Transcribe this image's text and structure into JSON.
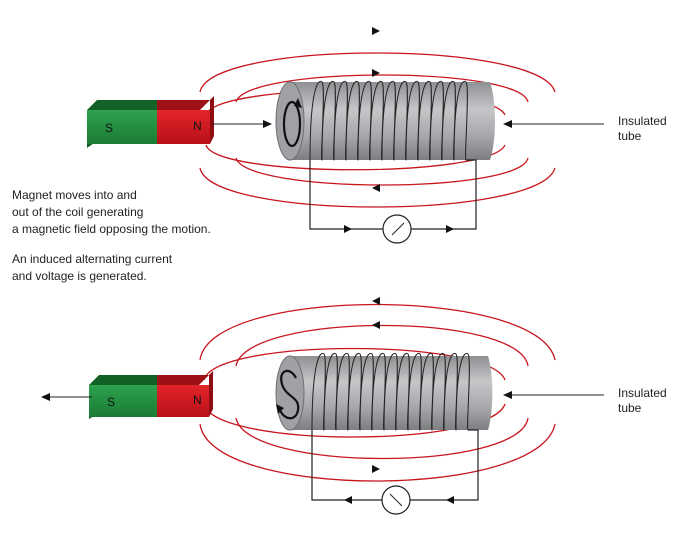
{
  "top_panel": {
    "magnet": {
      "south_label": "S",
      "north_label": "N",
      "south_color": "#1f8a3c",
      "north_color": "#d2141b"
    },
    "tube_label_line1": "Insulated",
    "tube_label_line2": "tube",
    "description": [
      "Magnet moves into and",
      "out of the coil generating",
      "a magnetic field opposing the motion."
    ],
    "note": [
      "An induced alternating current",
      "and voltage is generated."
    ]
  },
  "bottom_panel": {
    "magnet": {
      "south_label": "S",
      "north_label": "N",
      "south_color": "#1f8a3c",
      "north_color": "#d2141b"
    },
    "tube_label_line1": "Insulated",
    "tube_label_line2": "tube"
  },
  "colors": {
    "field_line": "#c8161d",
    "tube": "#a7a9ac",
    "wire": "#222222"
  },
  "icons": [
    "galvanometer-icon",
    "direction-arrow-icon",
    "current-loop-icon"
  ]
}
